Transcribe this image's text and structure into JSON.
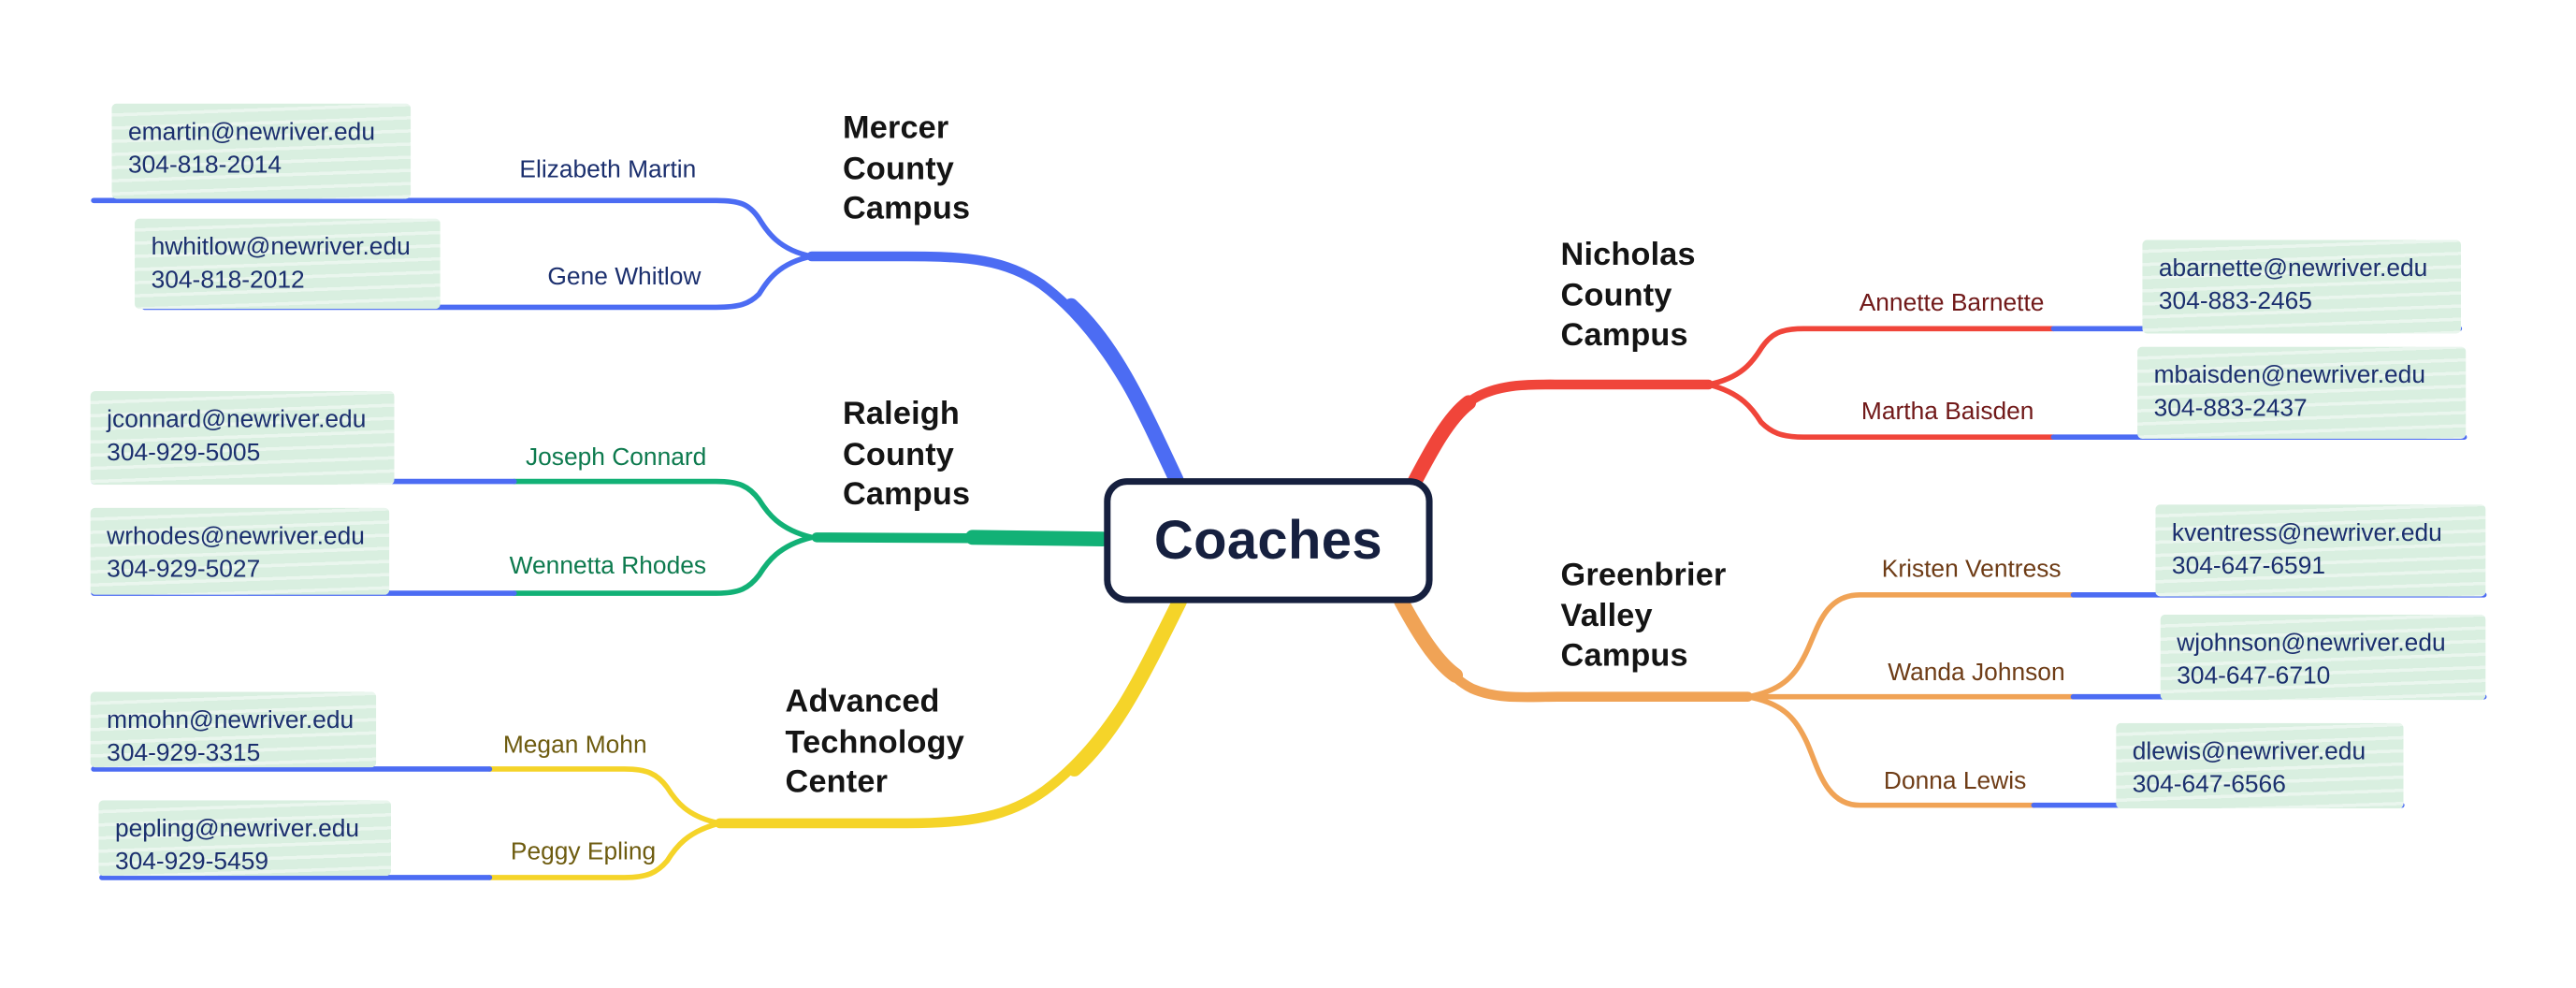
{
  "root": {
    "label": "Coaches"
  },
  "colors": {
    "background": "#ffffff",
    "leaf_line": "#4c6cf3",
    "highlight": "#d9efe0",
    "contact_text": "#1b2f6e",
    "root_border": "#16203f",
    "root_text": "#16203f",
    "campus_label_text": "#141414"
  },
  "branches": [
    {
      "name": "Mercer County Campus",
      "label_lines": [
        "Mercer",
        "County",
        "Campus"
      ],
      "color": "#4c6cf3",
      "name_color": "#1b2f6e",
      "coaches": [
        {
          "name": "Elizabeth Martin",
          "email": "emartin@newriver.edu",
          "phone": "304-818-2014"
        },
        {
          "name": "Gene Whitlow",
          "email": "hwhitlow@newriver.edu",
          "phone": "304-818-2012"
        }
      ]
    },
    {
      "name": "Raleigh County Campus",
      "label_lines": [
        "Raleigh",
        "County",
        "Campus"
      ],
      "color": "#12b176",
      "name_color": "#0d7a4e",
      "coaches": [
        {
          "name": "Joseph Connard",
          "email": "jconnard@newriver.edu",
          "phone": "304-929-5005"
        },
        {
          "name": "Wennetta Rhodes",
          "email": "wrhodes@newriver.edu",
          "phone": "304-929-5027"
        }
      ]
    },
    {
      "name": "Advanced Technology Center",
      "label_lines": [
        "Advanced",
        "Technology",
        "Center"
      ],
      "color": "#f5d429",
      "name_color": "#6e5c10",
      "coaches": [
        {
          "name": "Megan Mohn",
          "email": "mmohn@newriver.edu",
          "phone": "304-929-3315"
        },
        {
          "name": "Peggy Epling",
          "email": "pepling@newriver.edu",
          "phone": "304-929-5459"
        }
      ]
    },
    {
      "name": "Nicholas County Campus",
      "label_lines": [
        "Nicholas",
        "County",
        "Campus"
      ],
      "color": "#f0453a",
      "name_color": "#701818",
      "coaches": [
        {
          "name": "Annette Barnette",
          "email": "abarnette@newriver.edu",
          "phone": "304-883-2465"
        },
        {
          "name": "Martha Baisden",
          "email": "mbaisden@newriver.edu",
          "phone": "304-883-2437"
        }
      ]
    },
    {
      "name": "Greenbrier Valley Campus",
      "label_lines": [
        "Greenbrier",
        "Valley",
        "Campus"
      ],
      "color": "#f0a356",
      "name_color": "#6e3c16",
      "coaches": [
        {
          "name": "Kristen Ventress",
          "email": "kventress@newriver.edu",
          "phone": "304-647-6591"
        },
        {
          "name": "Wanda Johnson",
          "email": "wjohnson@newriver.edu",
          "phone": "304-647-6710"
        },
        {
          "name": "Donna Lewis",
          "email": "dlewis@newriver.edu",
          "phone": "304-647-6566"
        }
      ]
    }
  ]
}
